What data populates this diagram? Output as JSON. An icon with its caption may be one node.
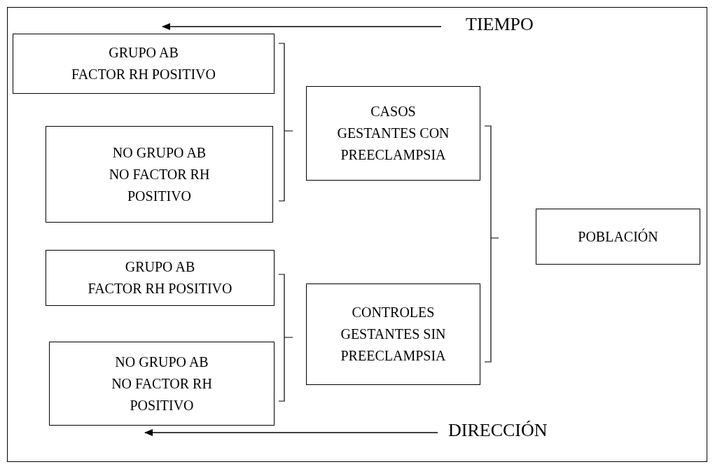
{
  "diagram": {
    "nodes": [
      {
        "text": [
          "GRUPO AB",
          "FACTOR RH POSITIVO"
        ]
      },
      {
        "text": [
          "NO GRUPO AB",
          "NO FACTOR RH POSITIVO"
        ]
      },
      {
        "text": [
          "CASOS",
          "GESTANTES CON PREECLAMPSIA"
        ]
      },
      {
        "text": [
          "POBLACIÓN"
        ]
      },
      {
        "text": [
          "GRUPO AB",
          "FACTOR RH POSITIVO"
        ]
      },
      {
        "text": [
          "CONTROLES",
          "GESTANTES SIN PREECLAMPSIA"
        ]
      },
      {
        "text": [
          "NO GRUPO AB",
          "NO FACTOR RH POSITIVO"
        ]
      }
    ],
    "labels": [
      "TIEMPO",
      "DIRECCIÓN"
    ]
  }
}
